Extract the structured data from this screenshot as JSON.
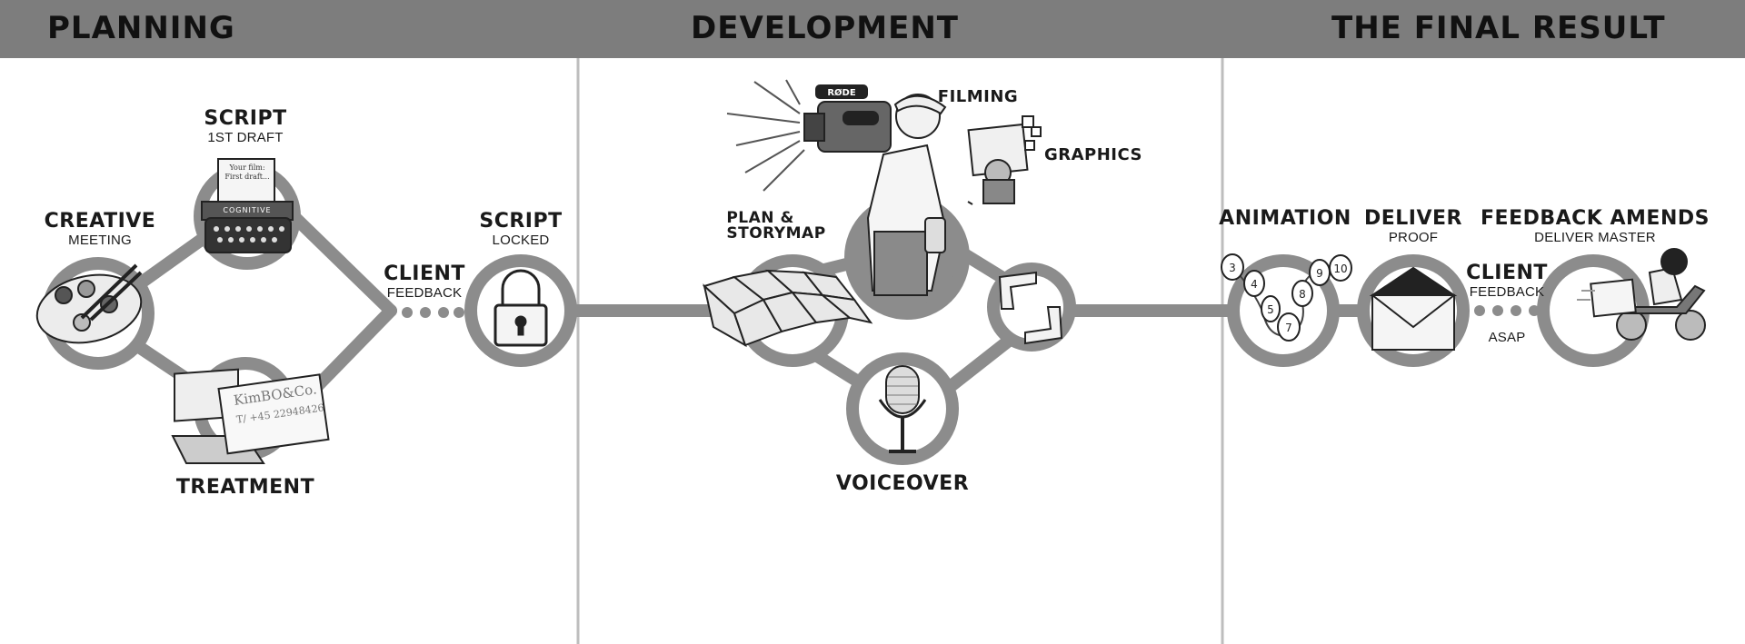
{
  "sections": {
    "planning": "PLANNING",
    "development": "DEVELOPMENT",
    "final": "THE FINAL RESULT"
  },
  "planning": {
    "creative": {
      "title": "CREATIVE",
      "sub": "MEETING"
    },
    "script": {
      "title": "SCRIPT",
      "sub": "1ST DRAFT",
      "paper_line1": "Your film:",
      "paper_line2": "First draft..."
    },
    "typewriter_brand": "COGNITIVE",
    "treatment": {
      "title": "TREATMENT"
    },
    "card": {
      "name": "KimBO&Co.",
      "phone": "T/ +45 22948426"
    },
    "client": {
      "title": "CLIENT",
      "sub": "FEEDBACK"
    },
    "locked": {
      "title": "SCRIPT",
      "sub": "LOCKED"
    }
  },
  "development": {
    "filming": "FILMING",
    "graphics": "GRAPHICS",
    "plan_line1": "PLAN &",
    "plan_line2": "STORYMAP",
    "voiceover": "VOICEOVER",
    "mic_brand": "RØDE"
  },
  "final": {
    "animation": "ANIMATION",
    "deliver": {
      "title": "DELIVER",
      "sub": "PROOF"
    },
    "client": {
      "title": "CLIENT",
      "sub": "FEEDBACK",
      "note": "ASAP"
    },
    "amends": {
      "title": "FEEDBACK AMENDS",
      "sub": "DELIVER MASTER"
    },
    "animation_frames": [
      "3",
      "4",
      "5",
      "7",
      "8",
      "9",
      "10"
    ]
  },
  "colors": {
    "header": "#7d7d7d",
    "ring": "#8c8c8c",
    "divider": "#bdbdbd",
    "ink": "#1a1a1a"
  }
}
